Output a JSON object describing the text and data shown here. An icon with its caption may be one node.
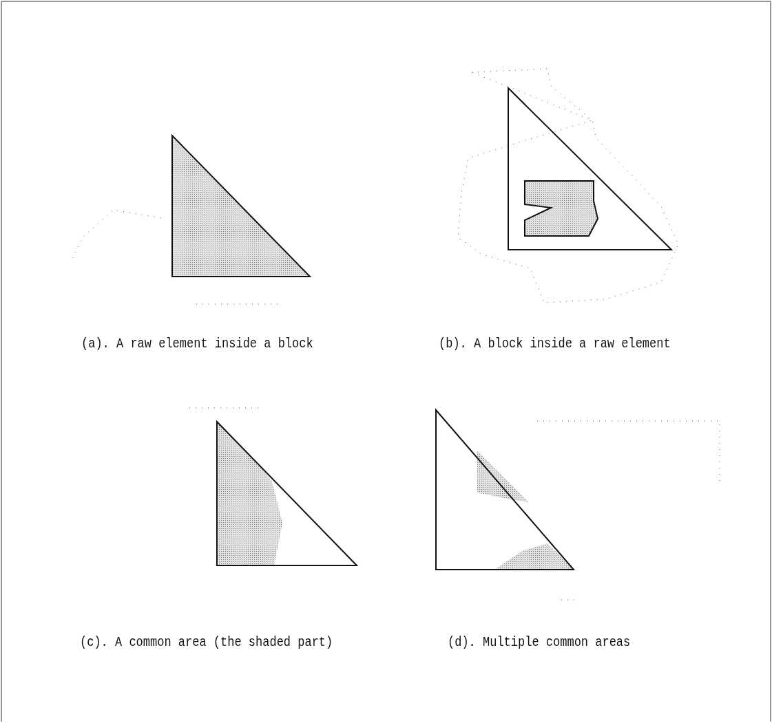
{
  "diagram": {
    "labels": [
      "(a). A raw element inside a block",
      "(b). A block inside a raw element",
      "(c). A common area (the shaded part)",
      "(d). Multiple common areas"
    ]
  }
}
